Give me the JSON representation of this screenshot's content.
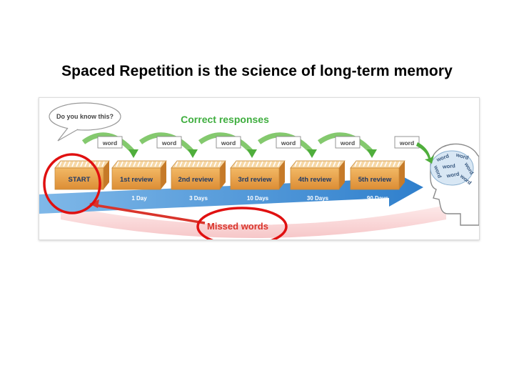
{
  "title": "Spaced Repetition is the science of long-term memory",
  "diagram": {
    "question_bubble": "Do you know this?",
    "correct_heading": "Correct responses",
    "missed_label": "Missed words",
    "card_word": "word",
    "boxes": [
      {
        "label": "START",
        "interval": ""
      },
      {
        "label": "1st review",
        "interval": "1 Day"
      },
      {
        "label": "2nd review",
        "interval": "3 Days"
      },
      {
        "label": "3rd review",
        "interval": "10 Days"
      },
      {
        "label": "4th review",
        "interval": "30 Days"
      },
      {
        "label": "5th review",
        "interval": "90 Days"
      }
    ],
    "head_words": [
      "word",
      "word",
      "word",
      "word",
      "word",
      "word",
      "word"
    ],
    "colors": {
      "correct_heading": "#3fae3f",
      "missed_label": "#d9342b",
      "timeline_blue": "#3d8fd6",
      "return_pink": "#f3b7b9",
      "box_orange": "#e8a04a",
      "highlight_red": "#e01010"
    }
  }
}
